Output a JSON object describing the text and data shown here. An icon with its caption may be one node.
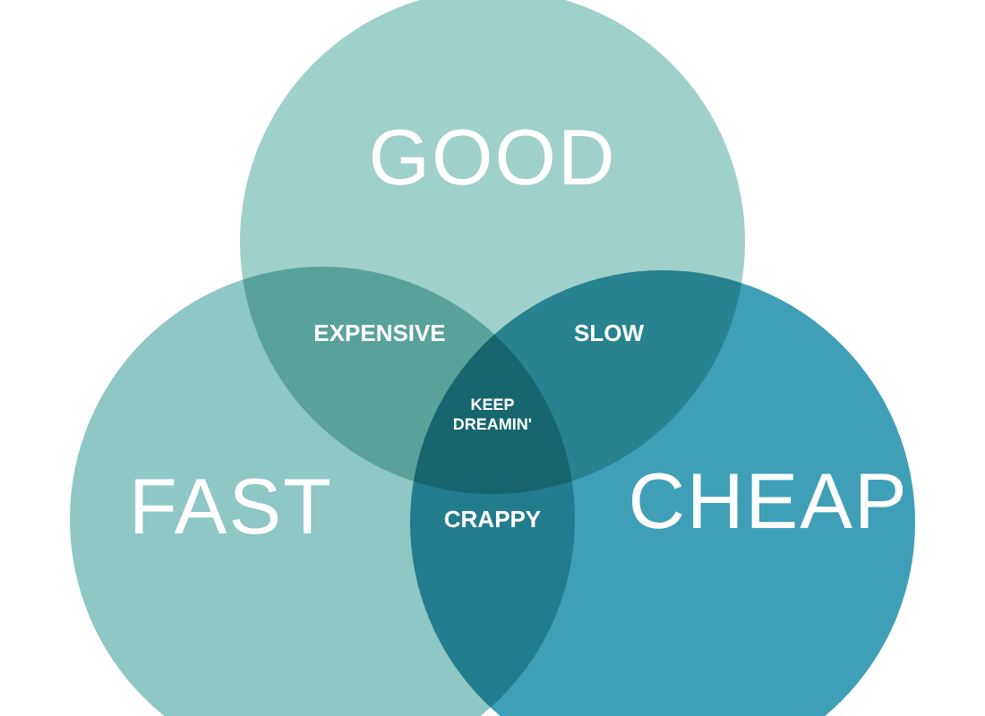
{
  "diagram": {
    "nodes": [
      {
        "text": [
          "GOOD"
        ]
      },
      {
        "text": [
          "FAST"
        ]
      },
      {
        "text": [
          "CHEAP"
        ]
      }
    ],
    "labels": [
      "EXPENSIVE",
      "SLOW",
      "KEEP DREAMIN'",
      "CRAPPY"
    ]
  }
}
